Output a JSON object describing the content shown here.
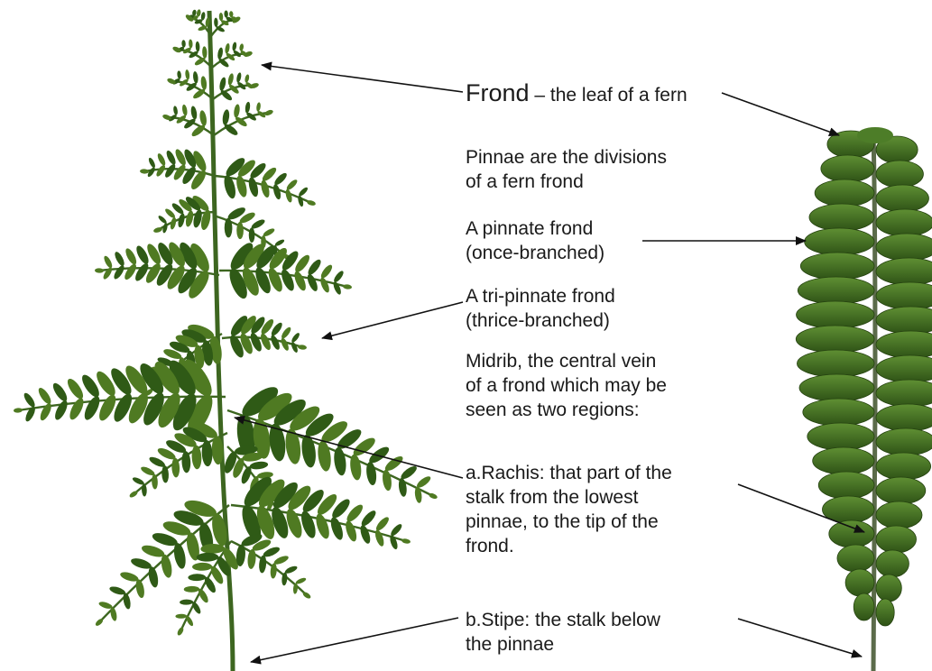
{
  "colors": {
    "leaf_light": "#4f7a22",
    "leaf_dark": "#2f5a16",
    "stem": "#3d6620",
    "arrow": "#111111",
    "text": "#1a1a1a"
  },
  "labels": {
    "frond_term": "Frond",
    "frond_def": " – the leaf of a fern",
    "pinnae": [
      "Pinnae are the divisions",
      "of a fern frond"
    ],
    "pinnate": [
      "A pinnate frond",
      "(once-branched)"
    ],
    "tripinnate": [
      "A tri-pinnate frond",
      "(thrice-branched)"
    ],
    "midrib": [
      "Midrib, the central vein",
      "of a frond which may be",
      "seen as two regions:"
    ],
    "rachis": [
      "a.Rachis: that part of the",
      "stalk from the lowest",
      "pinnae, to the tip of the",
      "frond."
    ],
    "stipe": [
      "b.Stipe: the stalk below",
      "the pinnae"
    ]
  }
}
